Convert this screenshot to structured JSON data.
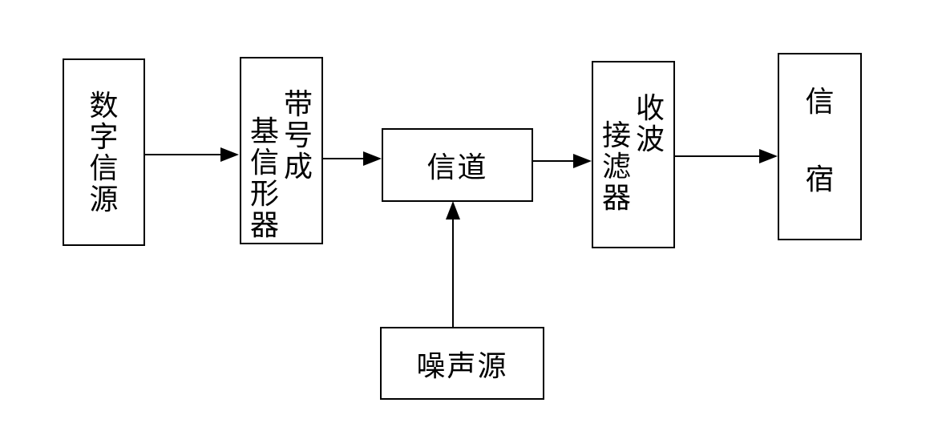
{
  "nodes": {
    "digital_source": {
      "label": "数字信源"
    },
    "baseband_former": {
      "col_right": "带号成",
      "col_left": "基信形器"
    },
    "channel": {
      "label": "信道"
    },
    "receive_filter": {
      "col_right": "收波",
      "col_left": "接滤器"
    },
    "sink": {
      "label": "信宿"
    },
    "noise_source": {
      "label": "噪声源"
    }
  },
  "edges": [
    {
      "from": "digital_source",
      "to": "baseband_former"
    },
    {
      "from": "baseband_former",
      "to": "channel"
    },
    {
      "from": "channel",
      "to": "receive_filter"
    },
    {
      "from": "receive_filter",
      "to": "sink"
    },
    {
      "from": "noise_source",
      "to": "channel"
    }
  ]
}
